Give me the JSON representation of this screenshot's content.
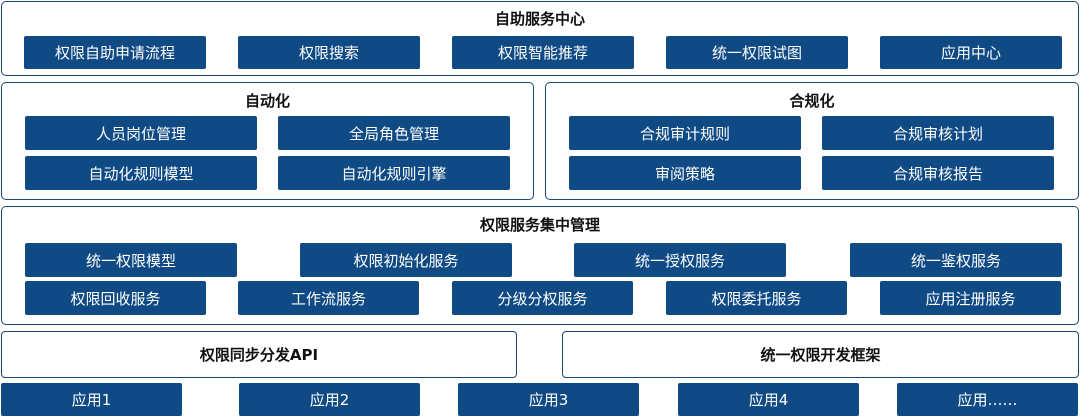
{
  "self_service": {
    "title": "自助服务中心",
    "items": [
      "权限自助申请流程",
      "权限搜索",
      "权限智能推荐",
      "统一权限试图",
      "应用中心"
    ]
  },
  "automation": {
    "title": "自动化",
    "items": [
      "人员岗位管理",
      "全局角色管理",
      "自动化规则模型",
      "自动化规则引擎"
    ]
  },
  "compliance": {
    "title": "合规化",
    "items": [
      "合规审计规则",
      "合规审核计划",
      "审阅策略",
      "合规审核报告"
    ]
  },
  "central": {
    "title": "权限服务集中管理",
    "row1": [
      "统一权限模型",
      "权限初始化服务",
      "统一授权服务",
      "统一鉴权服务"
    ],
    "row2": [
      "权限回收服务",
      "工作流服务",
      "分级分权服务",
      "权限委托服务",
      "应用注册服务"
    ]
  },
  "bars": {
    "sync_api": "权限同步分发API",
    "framework": "统一权限开发框架"
  },
  "apps": [
    "应用1",
    "应用2",
    "应用3",
    "应用4",
    "应用……"
  ]
}
